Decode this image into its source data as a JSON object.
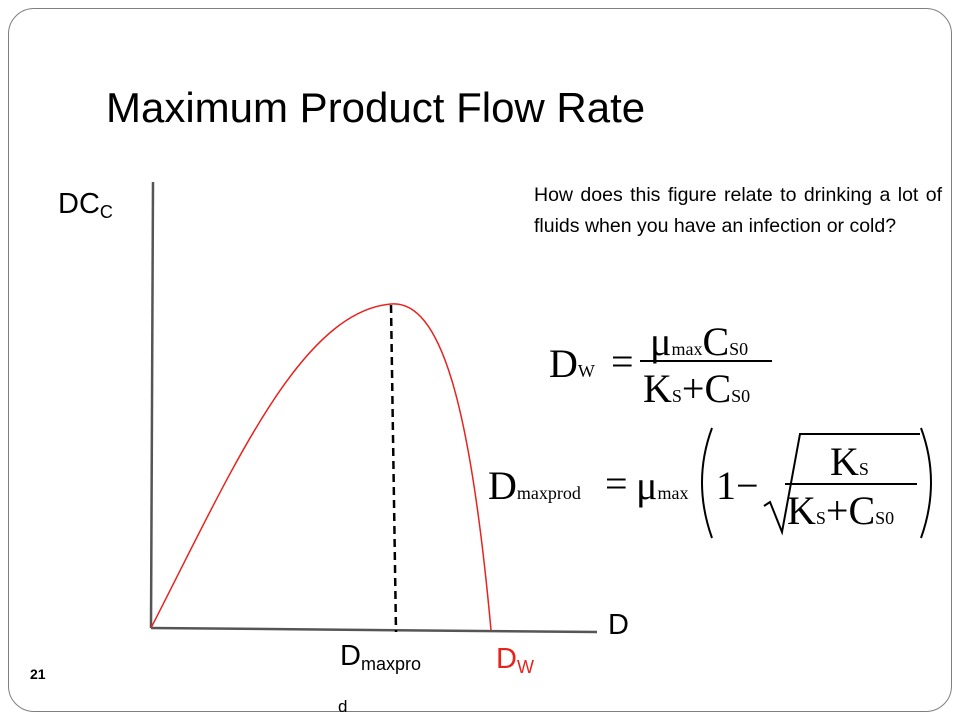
{
  "slide": {
    "title": "Maximum Product Flow Rate",
    "question": "How does this figure relate to drinking a lot of fluids when you have an infection or cold?",
    "number": "21"
  },
  "graph": {
    "y_axis_label": "DC",
    "y_axis_sub": "C",
    "x_axis_label": "D",
    "dmaxprod_label": "D",
    "dmaxprod_sub": "maxpro",
    "dmaxprod_sub_wrap": "d",
    "dw_label": "D",
    "dw_sub": "W",
    "curve_color": "#e8231f"
  },
  "equations": {
    "dw": {
      "lhs": "D",
      "lhs_sub": "W",
      "eq": "=",
      "num_mu": "μ",
      "num_mu_sub": "max",
      "num_c": "C",
      "num_c_sub": "S0",
      "den_k": "K",
      "den_k_sub": "S",
      "den_plus": "+",
      "den_c": "C",
      "den_c_sub": "S0"
    },
    "dmaxprod": {
      "lhs": "D",
      "lhs_sub": "maxprod",
      "eq": "=",
      "mu": "μ",
      "mu_sub": "max",
      "one_minus": "1−",
      "num_k": "K",
      "num_k_sub": "S",
      "den_k": "K",
      "den_k_sub": "S",
      "den_plus": "+",
      "den_c": "C",
      "den_c_sub": "S0"
    }
  }
}
